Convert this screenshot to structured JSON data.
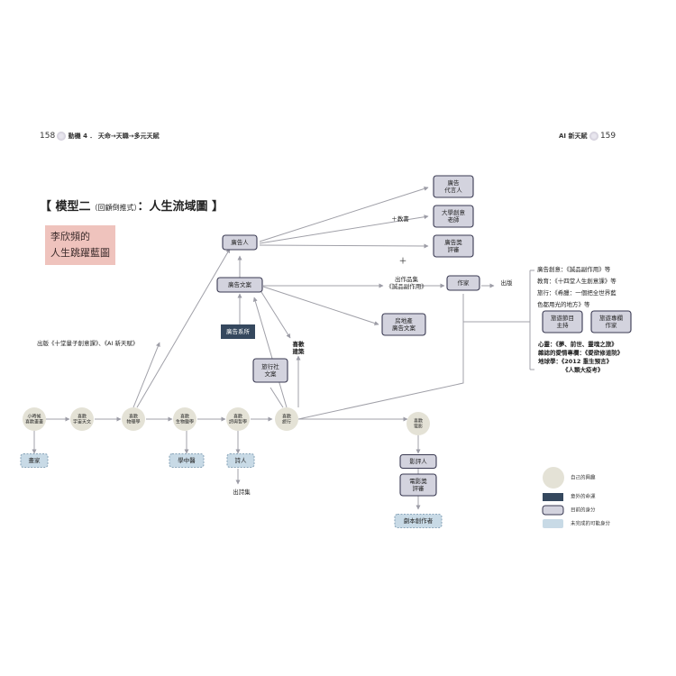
{
  "header": {
    "left_page_number": "158",
    "left_running_title": "動機 4 ． 天命→天職→多元天賦",
    "right_running_title": "AI 新天賦",
    "right_page_number": "159"
  },
  "title": {
    "prefix": "【 模型二",
    "subtitle": "（回顧倒推式）",
    "suffix": "：人生流域圖 】"
  },
  "person_label": [
    "李欣頻的",
    "人生跳躍藍圖"
  ],
  "interest_nodes": [
    [
      "小時候",
      "喜歡畫畫"
    ],
    [
      "喜歡",
      "宇宙天文"
    ],
    [
      "喜歡",
      "物理學"
    ],
    [
      "喜歡",
      "生物醫學"
    ],
    [
      "喜歡",
      "詩與哲學"
    ],
    [
      "喜歡",
      "旅行"
    ],
    [
      "喜歡",
      "電影"
    ]
  ],
  "unrealized_nodes": [
    "畫家",
    "學中醫",
    "詩人",
    "劇本創作者"
  ],
  "identity_nodes": [
    "廣告人",
    "廣告文案",
    "作家",
    [
      "旅行社",
      "文案"
    ],
    [
      "房地產",
      "廣告文案"
    ],
    [
      "廣告",
      "代言人"
    ],
    [
      "大學創意",
      "老師"
    ],
    [
      "廣告獎",
      "評審"
    ],
    [
      "旅遊節目",
      "主持"
    ],
    [
      "旅遊專欄",
      "作家"
    ],
    "影評人",
    [
      "電影獎",
      "評審"
    ]
  ],
  "accident_nodes": [
    "廣告系所"
  ],
  "annotations": {
    "teach_books": "＋教書",
    "plus": "＋",
    "collection": [
      "出作品集",
      "《誠品副作用》"
    ],
    "publish": "出版",
    "publish_left": "出版《十堂量子創意課》、《AI 新天賦》",
    "like_architecture": [
      "喜歡",
      "建築"
    ],
    "poetry_collection": "出詩集",
    "books_top": [
      "廣告創意：《誠品副作用》等",
      "教育：《十四堂人生創意課》等",
      "旅行：《希臘：一個把全世界藍",
      "色都用光的地方》等"
    ],
    "books_bottom": [
      "心靈：《夢、前世、靈魂之旅》",
      "雜誌的愛情專欄：《愛欲修道院》",
      "地球學：《2012 重生預言》",
      "《人類大疫考》"
    ]
  },
  "legend": [
    "自己的興趣",
    "意外的命運",
    "目前的身分",
    "未完成的可能身分"
  ],
  "colors": {
    "interest_fill": "#e4e2d6",
    "accident_fill": "#35485e",
    "identity_fill": "#d3d3de",
    "identity_stroke": "#3a3a52",
    "unrealized_fill": "#c8dae6",
    "unrealized_stroke": "#8aa6ba",
    "pink_box": "#efc3bd",
    "line": "#a0a0a8"
  },
  "icons": [
    "rosette-ornament-icon"
  ]
}
